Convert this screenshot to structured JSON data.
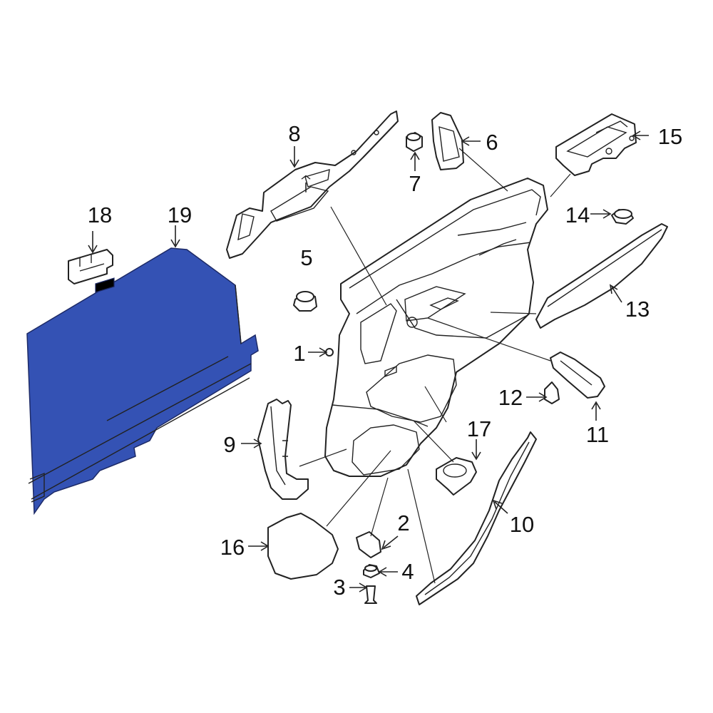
{
  "colors": {
    "highlight": "#3452B4",
    "line": "#222222",
    "background": "#FFFFFF"
  },
  "callouts": [
    {
      "id": "c1",
      "label": "1"
    },
    {
      "id": "c2",
      "label": "2"
    },
    {
      "id": "c3",
      "label": "3"
    },
    {
      "id": "c4",
      "label": "4"
    },
    {
      "id": "c5",
      "label": "5"
    },
    {
      "id": "c6",
      "label": "6"
    },
    {
      "id": "c7",
      "label": "7"
    },
    {
      "id": "c8",
      "label": "8"
    },
    {
      "id": "c9",
      "label": "9"
    },
    {
      "id": "c10",
      "label": "10"
    },
    {
      "id": "c11",
      "label": "11"
    },
    {
      "id": "c12",
      "label": "12"
    },
    {
      "id": "c13",
      "label": "13"
    },
    {
      "id": "c14",
      "label": "14"
    },
    {
      "id": "c15",
      "label": "15"
    },
    {
      "id": "c16",
      "label": "16"
    },
    {
      "id": "c17",
      "label": "17"
    },
    {
      "id": "c18",
      "label": "18"
    },
    {
      "id": "c19",
      "label": "19"
    }
  ],
  "highlighted_part": "19"
}
